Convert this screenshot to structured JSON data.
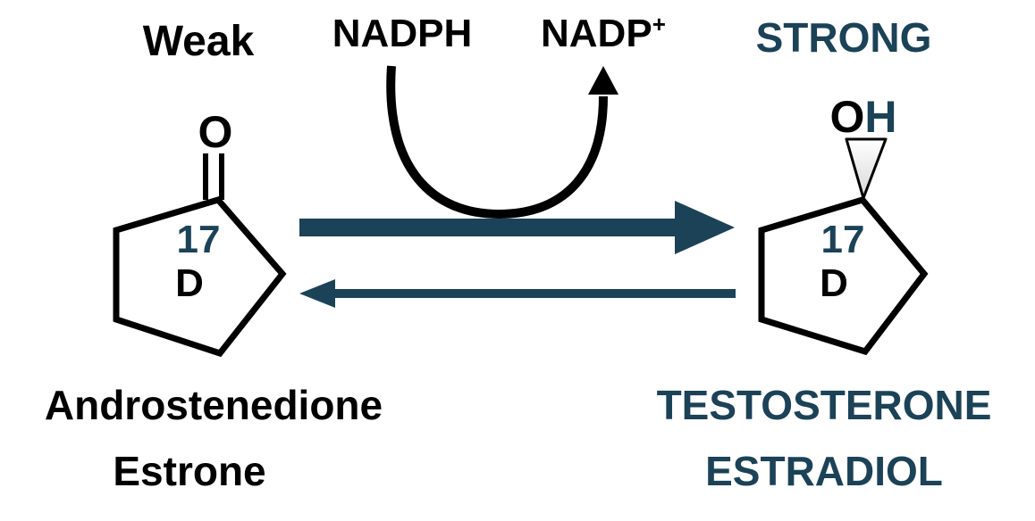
{
  "labels": {
    "weak": "Weak",
    "strong": "STRONG",
    "cofactor_in": "NADPH",
    "cofactor_out": "NADP",
    "cofactor_out_sup": "+",
    "left_substituent": "O",
    "right_substituent_o": "O",
    "right_substituent_h": "H",
    "left_position": "17",
    "left_ring": "D",
    "right_position": "17",
    "right_ring": "D",
    "left_compound_1": "Androstenedione",
    "left_compound_2": "Estrone",
    "right_compound_1": "TESTOSTERONE",
    "right_compound_2": "ESTRADIOL"
  },
  "colors": {
    "black": "#000000",
    "accent": "#1b4257"
  }
}
